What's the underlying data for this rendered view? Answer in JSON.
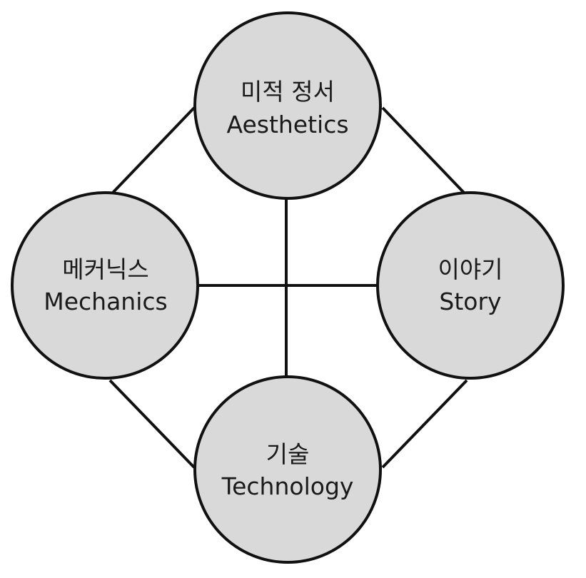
{
  "nodes": {
    "aesthetics": {
      "ko": "미적 정서",
      "en": "Aesthetics"
    },
    "mechanics": {
      "ko": "메커닉스",
      "en": "Mechanics"
    },
    "story": {
      "ko": "이야기",
      "en": "Story"
    },
    "technology": {
      "ko": "기술",
      "en": "Technology"
    }
  },
  "colors": {
    "node_fill": "#d9d9d9",
    "stroke": "#111111",
    "text": "#1a1a1a"
  }
}
